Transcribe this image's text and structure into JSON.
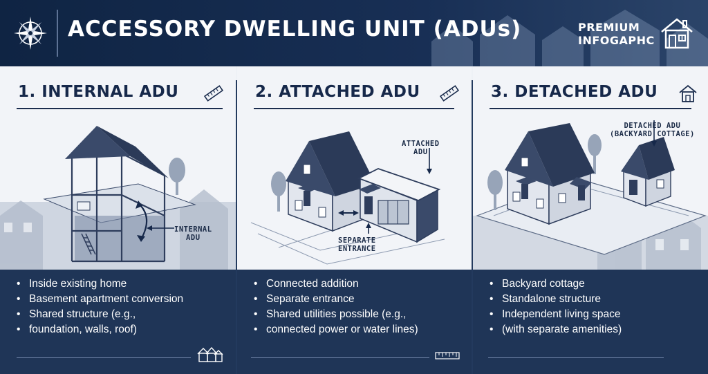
{
  "header": {
    "title": "ACCESSORY DWELLING UNIT (ADUs)",
    "brand_line1": "PREMIUM",
    "brand_line2": "INFOGAPHC"
  },
  "panels": [
    {
      "title": "1. INTERNAL ADU",
      "annotations": [
        {
          "line1": "INTERNAL",
          "line2": "ADU"
        }
      ],
      "bullets": [
        "Inside existing home",
        "Basement apartment conversion",
        "Shared structure (e.g.,",
        "foundation, walls, roof)"
      ],
      "title_icon": "ruler-icon",
      "footer_icon": "houses-icon"
    },
    {
      "title": "2. ATTACHED ADU",
      "annotations": [
        {
          "line1": "ATTACHED",
          "line2": "ADU"
        },
        {
          "line1": "SEPARATE",
          "line2": "ENTRANCE"
        }
      ],
      "bullets": [
        "Connected addition",
        "Separate entrance",
        "Shared utilities possible (e.g.,",
        "connected power or water lines)"
      ],
      "title_icon": "ruler-icon",
      "footer_icon": "ruler-icon"
    },
    {
      "title": "3. DETACHED ADU",
      "annotations": [
        {
          "line1": "DETACHED ADU",
          "line2": "(BACKYARD COTTAGE)"
        }
      ],
      "bullets": [
        "Backyard cottage",
        "Standalone structure",
        "Independent living space",
        "(with separate amenities)"
      ],
      "title_icon": "house-icon",
      "footer_icon": ""
    }
  ],
  "colors": {
    "header_bg": "#0f2443",
    "bullet_bg": "#1f3557",
    "roof": "#3a4a6a",
    "wall": "#dde2ea",
    "accent_text": "#16284a"
  }
}
